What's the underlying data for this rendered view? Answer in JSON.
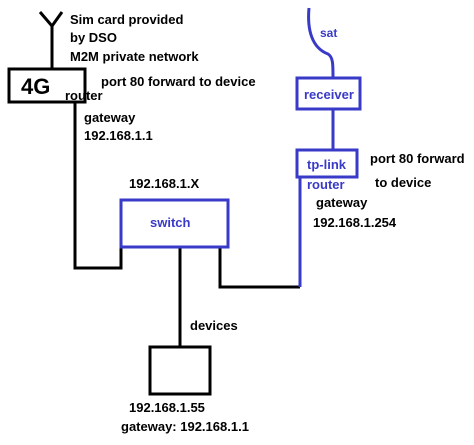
{
  "colors": {
    "black": "#000000",
    "blue": "#3a3ac8"
  },
  "labels": {
    "sim_line1": "Sim card provided",
    "sim_line2": "by DSO",
    "sim_line3": "M2M private network",
    "router4g_big": "4G",
    "router4g_small": "router",
    "router4g_forward": "port 80 forward to device",
    "router4g_gateway_label": "gateway",
    "router4g_gateway_ip": "192.168.1.1",
    "switch_ip": "192.168.1.X",
    "switch": "switch",
    "devices": "devices",
    "device_ip": "192.168.1.55",
    "device_gateway": "gateway: 192.168.1.1",
    "sat": "sat",
    "receiver": "receiver",
    "tplink": "tp-link",
    "tplink_router": "router",
    "tplink_forward_line1": "port 80 forward",
    "tplink_forward_line2": "to device",
    "tplink_gateway_label": "gateway",
    "tplink_gateway_ip": "192.168.1.254"
  }
}
